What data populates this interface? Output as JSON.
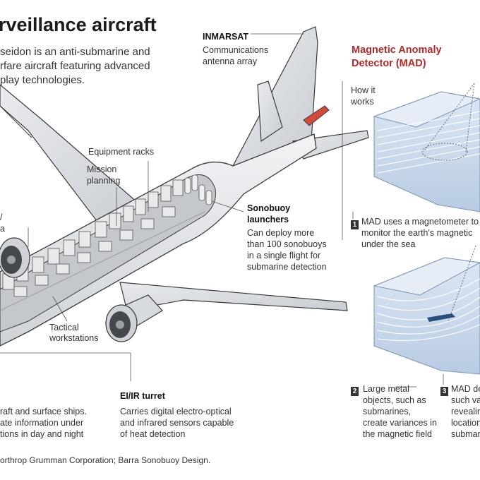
{
  "header": {
    "title": "rveillance aircraft",
    "intro_lines": [
      "seidon is an anti-submarine and",
      "rfare aircraft featuring advanced",
      "play technologies."
    ]
  },
  "callouts": {
    "inmarsat": {
      "title": "INMARSAT",
      "lines": [
        "Communications",
        "antenna array"
      ]
    },
    "equipment_racks": "Equipment racks",
    "mission_planning": [
      "Mission",
      "planning"
    ],
    "sonobuoy": {
      "title": [
        "Sonobuoy",
        "launchers"
      ],
      "lines": [
        "Can deploy more",
        "than 100 sonobuoys",
        "in a single flight for",
        "submarine detection"
      ]
    },
    "tactical": [
      "Tactical",
      "workstations"
    ],
    "left_fragments": [
      "/",
      "a"
    ],
    "radar": {
      "title": "",
      "lines": [
        "raft and surface ships.",
        "ate information under",
        "tions in day and night"
      ]
    },
    "eiir": {
      "title": "EI/IR turret",
      "lines": [
        "Carries digital electro-optical",
        "and infrared sensors capable",
        "of heat detection"
      ]
    }
  },
  "mad": {
    "title": [
      "Magnetic  Anomaly",
      "Detector (MAD)"
    ],
    "how": [
      "How it",
      "works"
    ],
    "steps": [
      {
        "num": "1",
        "lines": [
          "MAD uses a magnetometer to",
          "monitor the earth's magnetic",
          "under the sea"
        ]
      },
      {
        "num": "2",
        "lines": [
          "Large metal",
          "objects, such as",
          "submarines,",
          "create variances in",
          "the magnetic field"
        ]
      },
      {
        "num": "3",
        "lines": [
          "MAD de",
          "such va",
          "revealin",
          "location",
          "submar"
        ]
      }
    ]
  },
  "footer": {
    "source": "orthrop Grumman Corporation; Barra Sonobuoy Design."
  },
  "colors": {
    "accent": "#b02a2a",
    "aircraft": "#e3e5e8",
    "outline": "#3a3a3a",
    "water": "#c9d7ea",
    "mad_tail": "#d24a3a"
  }
}
